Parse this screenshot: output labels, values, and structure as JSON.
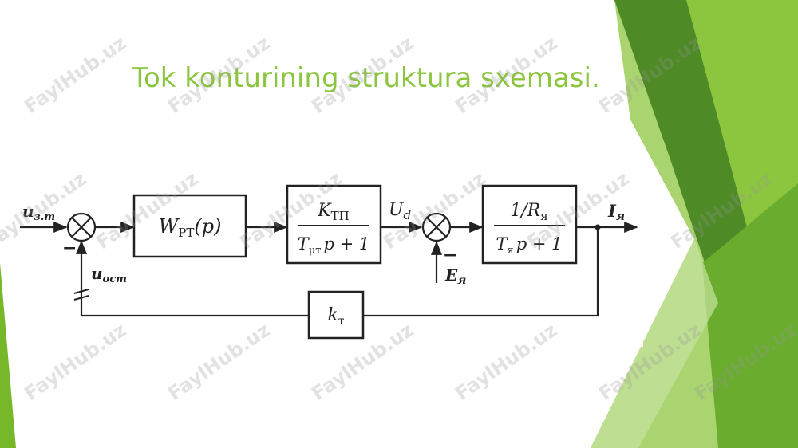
{
  "slide": {
    "title": "Tok konturining struktura sxemasi.",
    "watermark": "FaylHub.uz",
    "accent_color": "#8cc63f"
  },
  "diagram": {
    "input_label_main": "u",
    "input_label_sub": "з.т",
    "feedback_label_main": "u",
    "feedback_label_sub": "ост",
    "sum1_sign": "−",
    "block1_main": "W",
    "block1_sub": "PT",
    "block1_arg": "(p)",
    "block2_num_main": "K",
    "block2_num_sub": "TП",
    "block2_den_main": "T",
    "block2_den_sub": "μт",
    "block2_den_rest": "p + 1",
    "ud_main": "U",
    "ud_sub": "d",
    "sum2_sign": "−",
    "disturbance_main": "E",
    "disturbance_sub": "я",
    "block3_num_main": "1/R",
    "block3_num_sub": "я",
    "block3_den_main": "T",
    "block3_den_sub": "я",
    "block3_den_rest": "p + 1",
    "output_main": "I",
    "output_sub": "я",
    "feedback_block_main": "k",
    "feedback_block_sub": "т"
  }
}
